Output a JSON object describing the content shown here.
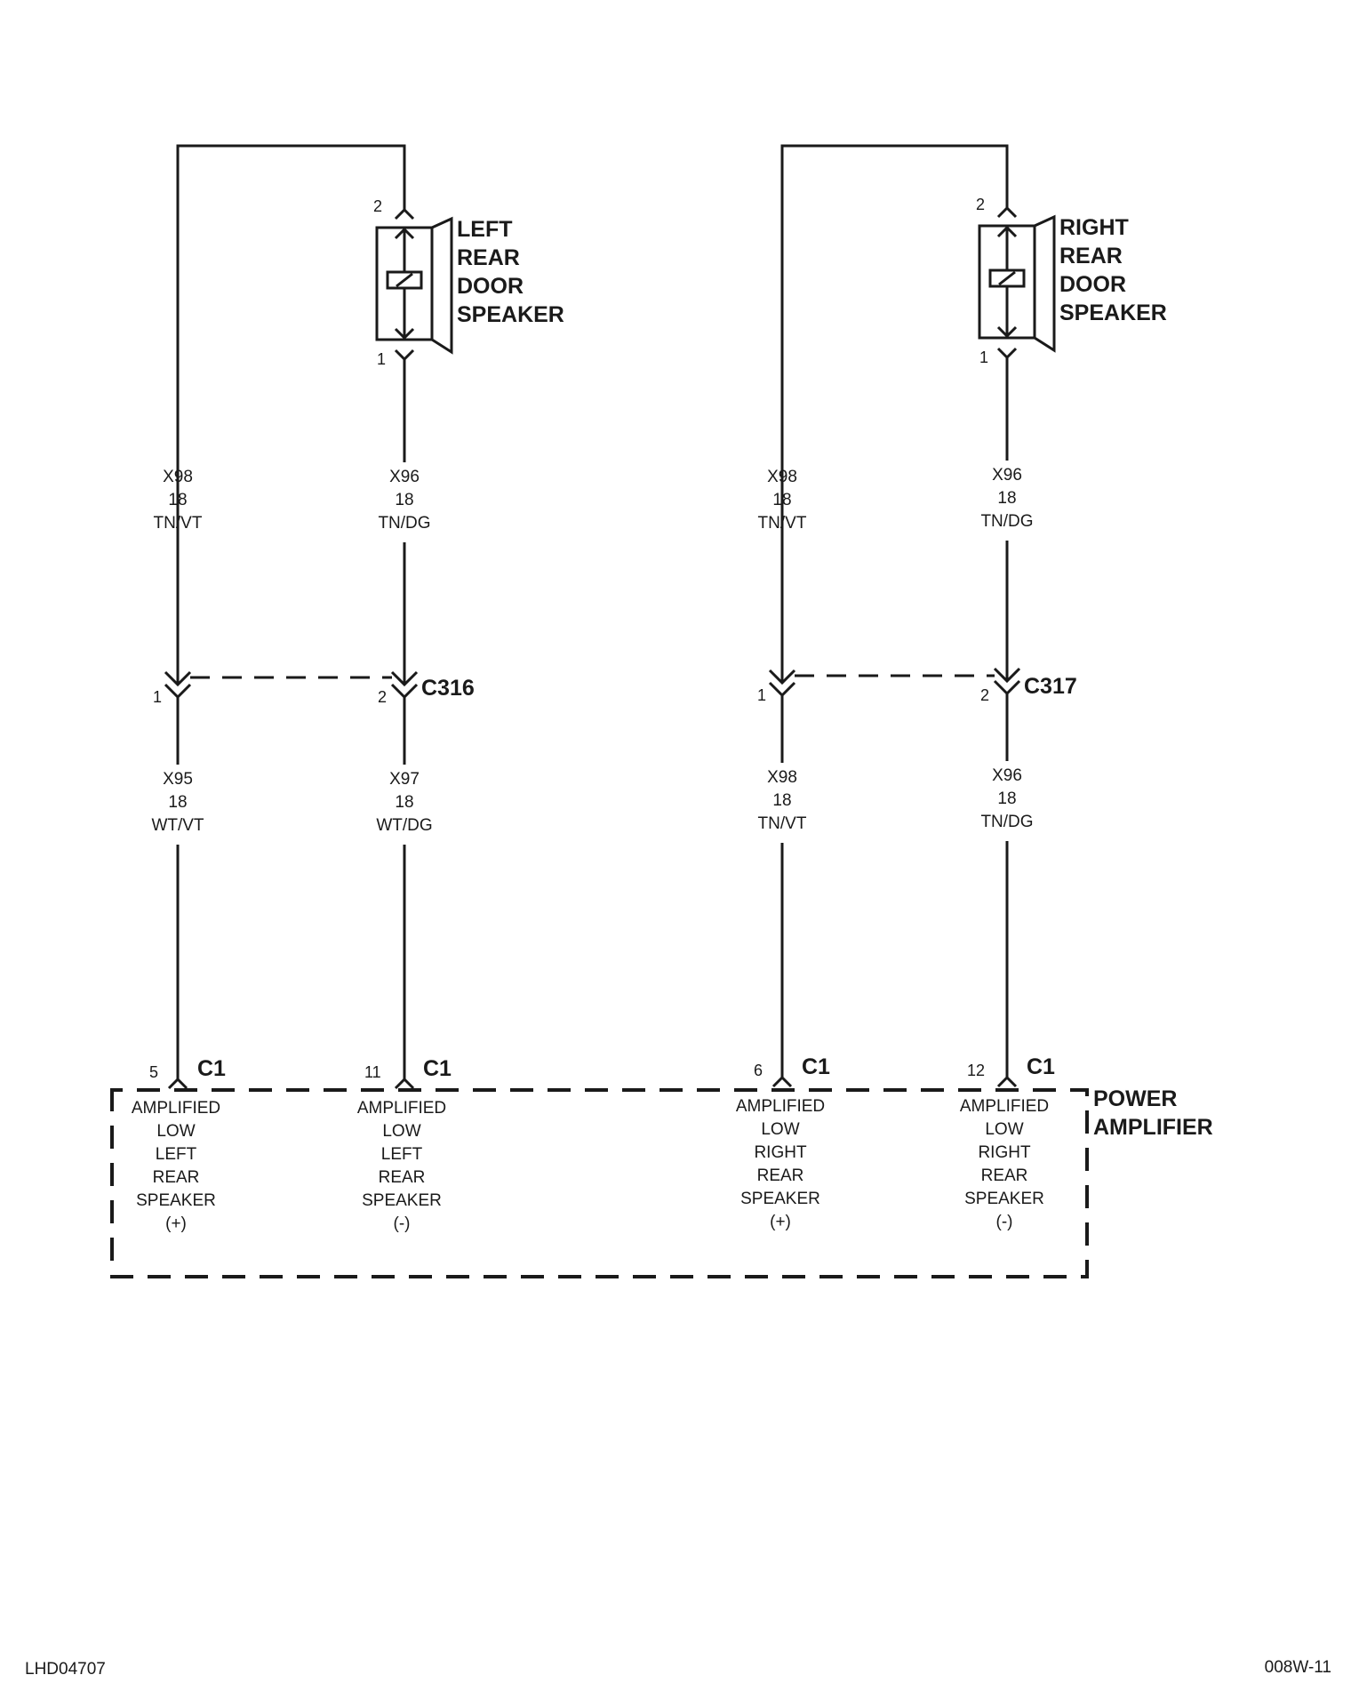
{
  "speakers": {
    "left": {
      "title": [
        "LEFT",
        "REAR",
        "DOOR",
        "SPEAKER"
      ],
      "pin_top": "2",
      "pin_bottom": "1"
    },
    "right": {
      "title": [
        "RIGHT",
        "REAR",
        "DOOR",
        "SPEAKER"
      ],
      "pin_top": "2",
      "pin_bottom": "1"
    }
  },
  "upper_wires": {
    "l1": [
      "X98",
      "18",
      "TN/VT"
    ],
    "l2": [
      "X96",
      "18",
      "TN/DG"
    ],
    "r1": [
      "X98",
      "18",
      "TN/VT"
    ],
    "r2": [
      "X96",
      "18",
      "TN/DG"
    ]
  },
  "inline_connectors": {
    "left": {
      "name": "C316",
      "pin_a": "1",
      "pin_b": "2"
    },
    "right": {
      "name": "C317",
      "pin_a": "1",
      "pin_b": "2"
    }
  },
  "lower_wires": {
    "l1": [
      "X95",
      "18",
      "WT/VT"
    ],
    "l2": [
      "X97",
      "18",
      "WT/DG"
    ],
    "r1": [
      "X98",
      "18",
      "TN/VT"
    ],
    "r2": [
      "X96",
      "18",
      "TN/DG"
    ]
  },
  "amp_pins": [
    {
      "pin": "5",
      "conn": "C1",
      "func": [
        "AMPLIFIED",
        "LOW",
        "LEFT",
        "REAR",
        "SPEAKER",
        "(+)"
      ]
    },
    {
      "pin": "11",
      "conn": "C1",
      "func": [
        "AMPLIFIED",
        "LOW",
        "LEFT",
        "REAR",
        "SPEAKER",
        "(-)"
      ]
    },
    {
      "pin": "6",
      "conn": "C1",
      "func": [
        "AMPLIFIED",
        "LOW",
        "RIGHT",
        "REAR",
        "SPEAKER",
        "(+)"
      ]
    },
    {
      "pin": "12",
      "conn": "C1",
      "func": [
        "AMPLIFIED",
        "LOW",
        "RIGHT",
        "REAR",
        "SPEAKER",
        "(-)"
      ]
    }
  ],
  "power_amplifier": {
    "title": [
      "POWER",
      "AMPLIFIER"
    ]
  },
  "footer": {
    "left_code": "LHD04707",
    "right_code": "008W-11"
  }
}
